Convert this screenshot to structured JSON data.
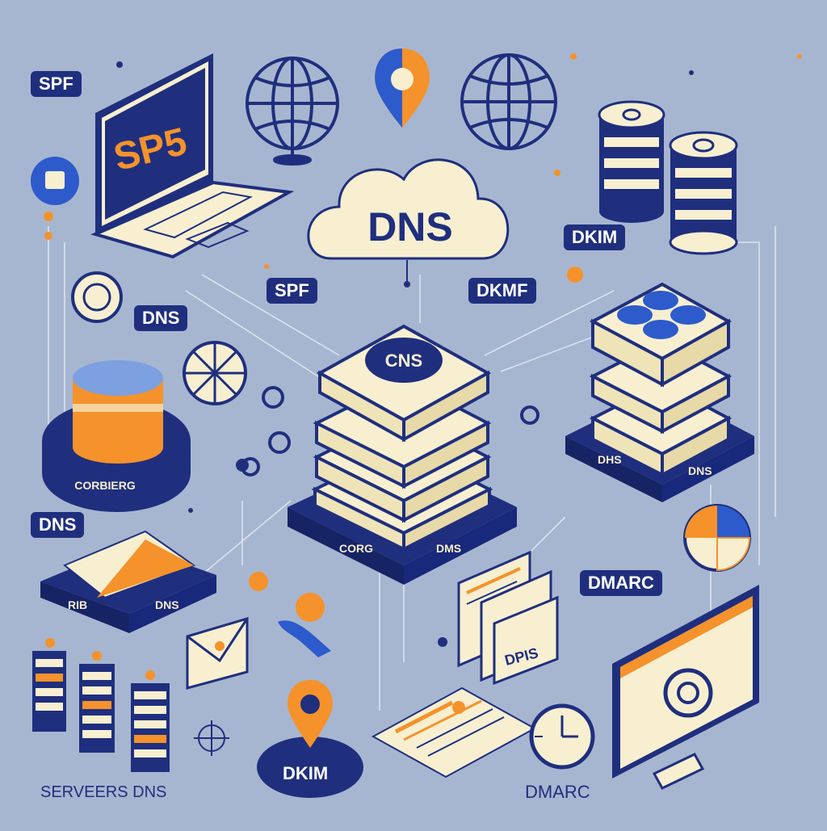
{
  "labels": {
    "spf_top_left": "SPF",
    "laptop_screen": "SP5",
    "cloud": "DNS",
    "spf_mid": "SPF",
    "dkmf_mid": "DKMF",
    "dkim_top_right": "DKIM",
    "dns_left": "DNS",
    "center_server_badge": "CNS",
    "base_left_text": "CORBIERG",
    "dns_lower_left": "DNS",
    "mail_base_left": "RIB",
    "mail_base_right": "DNS",
    "center_base_left": "CORG",
    "center_base_right": "DMS",
    "right_base_left": "DHS",
    "right_base_right": "DNS",
    "dmarc_mid_right": "DMARC",
    "doc_stack": "DPIS",
    "servers_dns": "SERVEERS DNS",
    "dkim_bottom": "DKIM",
    "dmarc_bottom": "DMARC"
  },
  "colors": {
    "background": "#a7b6d0",
    "navy": "#1f2f7e",
    "orange": "#f5922b",
    "cream": "#f7efd0"
  }
}
